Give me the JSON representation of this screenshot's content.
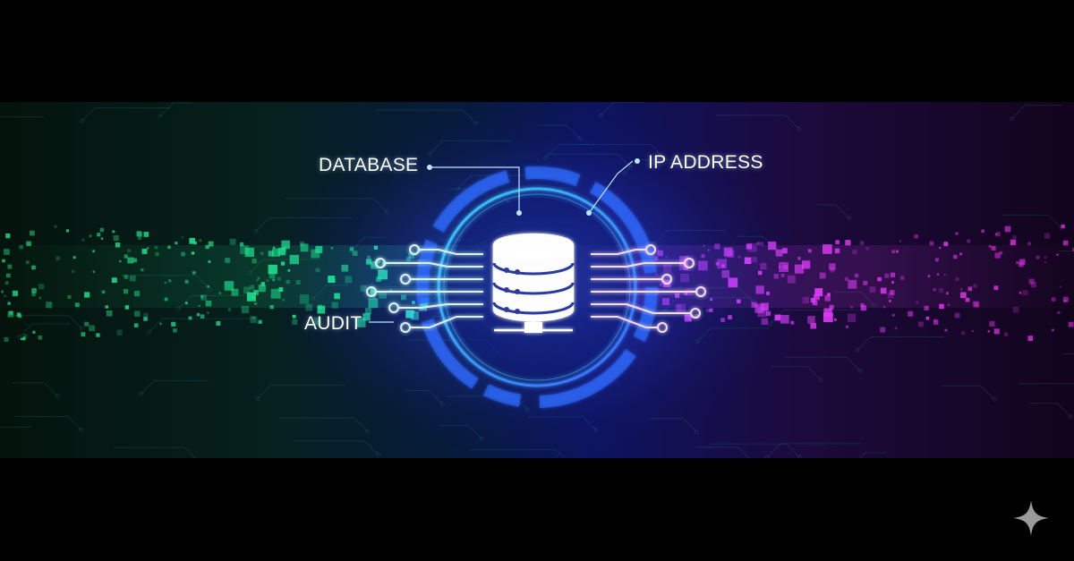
{
  "labels": {
    "database": "DATABASE",
    "ip_address": "IP ADDRESS",
    "audit": "AUDIT"
  },
  "icons": {
    "center": "database-server-icon",
    "watermark": "sparkle-icon"
  },
  "colors": {
    "background": "#000000",
    "green": "#1ee08a",
    "cyan": "#38d6ff",
    "blue": "#2f6bff",
    "magenta": "#e23cff",
    "text": "#ffffff"
  }
}
